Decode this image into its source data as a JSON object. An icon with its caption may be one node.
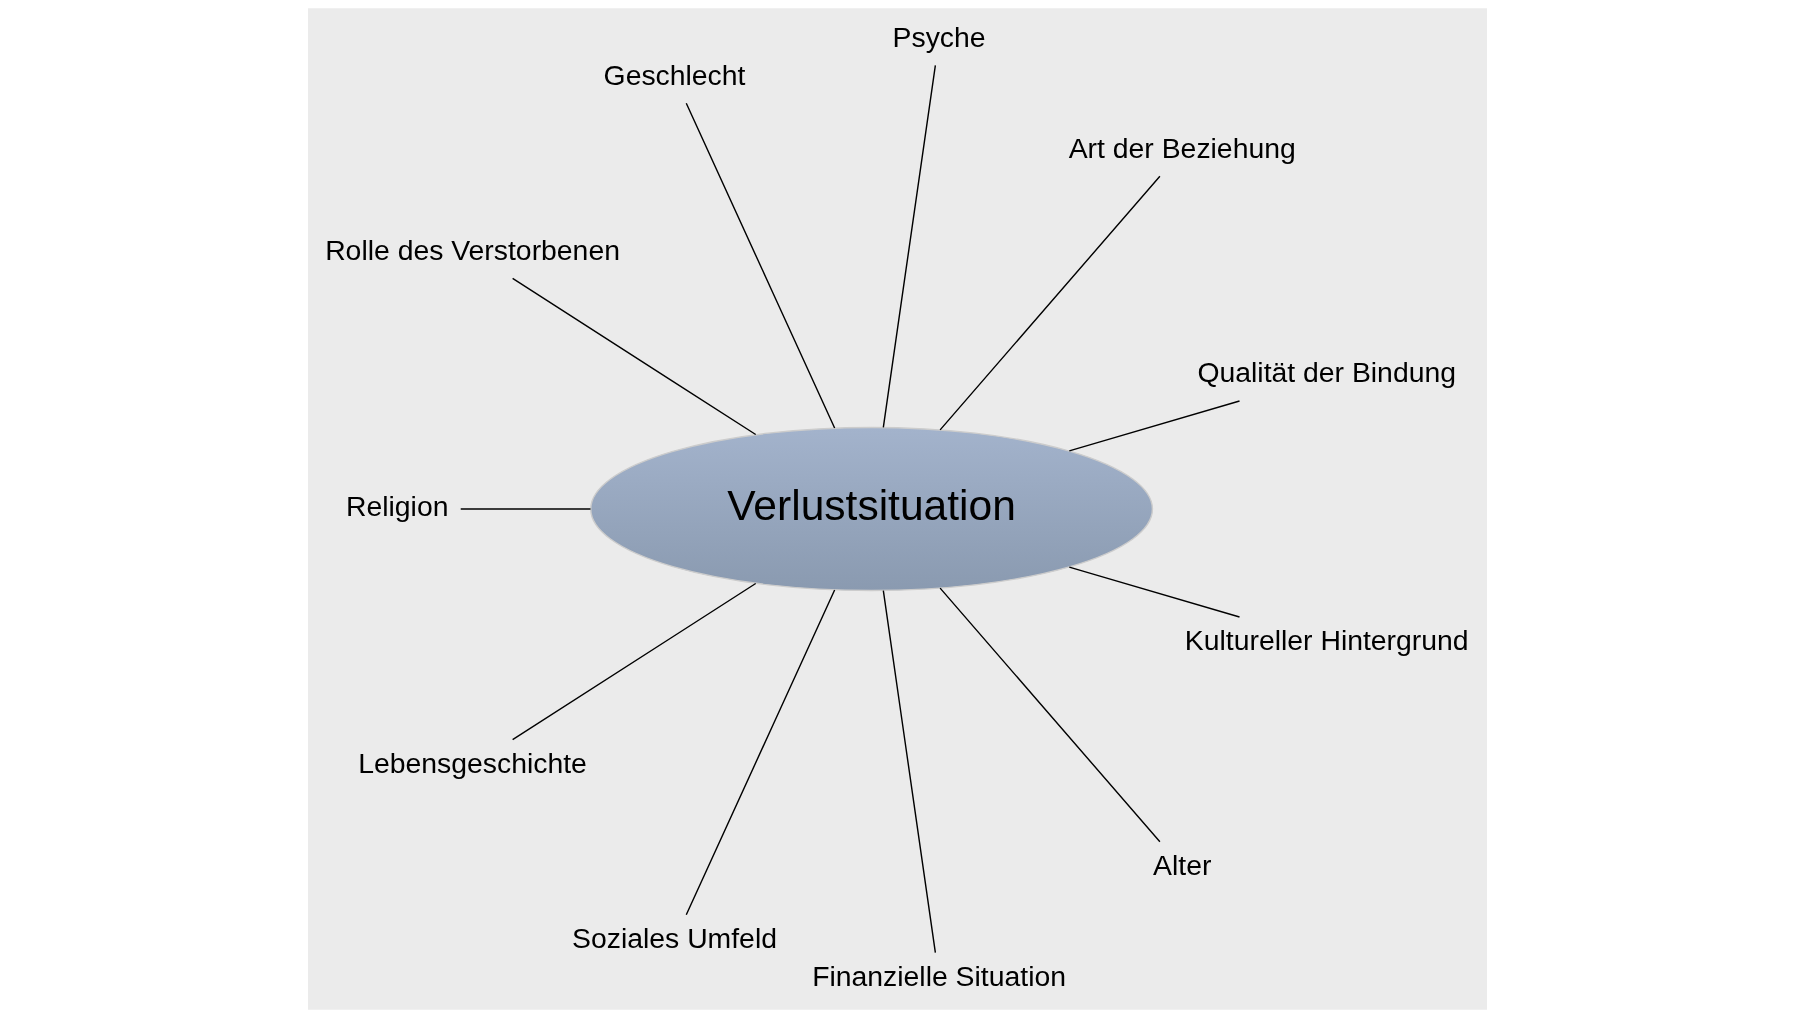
{
  "diagram": {
    "nodes": [
      {
        "text": [
          "Qualität der Bindung"
        ]
      },
      {
        "text": [
          "Art der Beziehung"
        ]
      },
      {
        "text": [
          "Psyche"
        ]
      },
      {
        "text": [
          "Geschlecht"
        ]
      },
      {
        "text": [
          "Rolle des Verstorbenen"
        ]
      },
      {
        "text": [
          "Verlustsituation"
        ]
      },
      {
        "text": [
          "Religion"
        ]
      },
      {
        "text": [
          "Lebensgeschichte"
        ]
      },
      {
        "text": [
          "Soziales Umfeld"
        ]
      },
      {
        "text": [
          "Finanzielle Situation"
        ]
      },
      {
        "text": [
          "Alter"
        ]
      },
      {
        "text": [
          "Kultureller Hintergrund"
        ]
      }
    ],
    "edges": [
      {
        "from": 0,
        "to": 5,
        "arrow": "none"
      },
      {
        "from": 1,
        "to": 5,
        "arrow": "none"
      },
      {
        "from": 2,
        "to": 5,
        "arrow": "none"
      },
      {
        "from": 3,
        "to": 5,
        "arrow": "none"
      },
      {
        "from": 4,
        "to": 5,
        "arrow": "none"
      },
      {
        "from": 6,
        "to": 5,
        "arrow": "none"
      },
      {
        "from": 7,
        "to": 5,
        "arrow": "none"
      },
      {
        "from": 8,
        "to": 5,
        "arrow": "none"
      },
      {
        "from": 9,
        "to": 5,
        "arrow": "none"
      },
      {
        "from": 10,
        "to": 5,
        "arrow": "none"
      },
      {
        "from": 11,
        "to": 5,
        "arrow": "none"
      }
    ]
  }
}
